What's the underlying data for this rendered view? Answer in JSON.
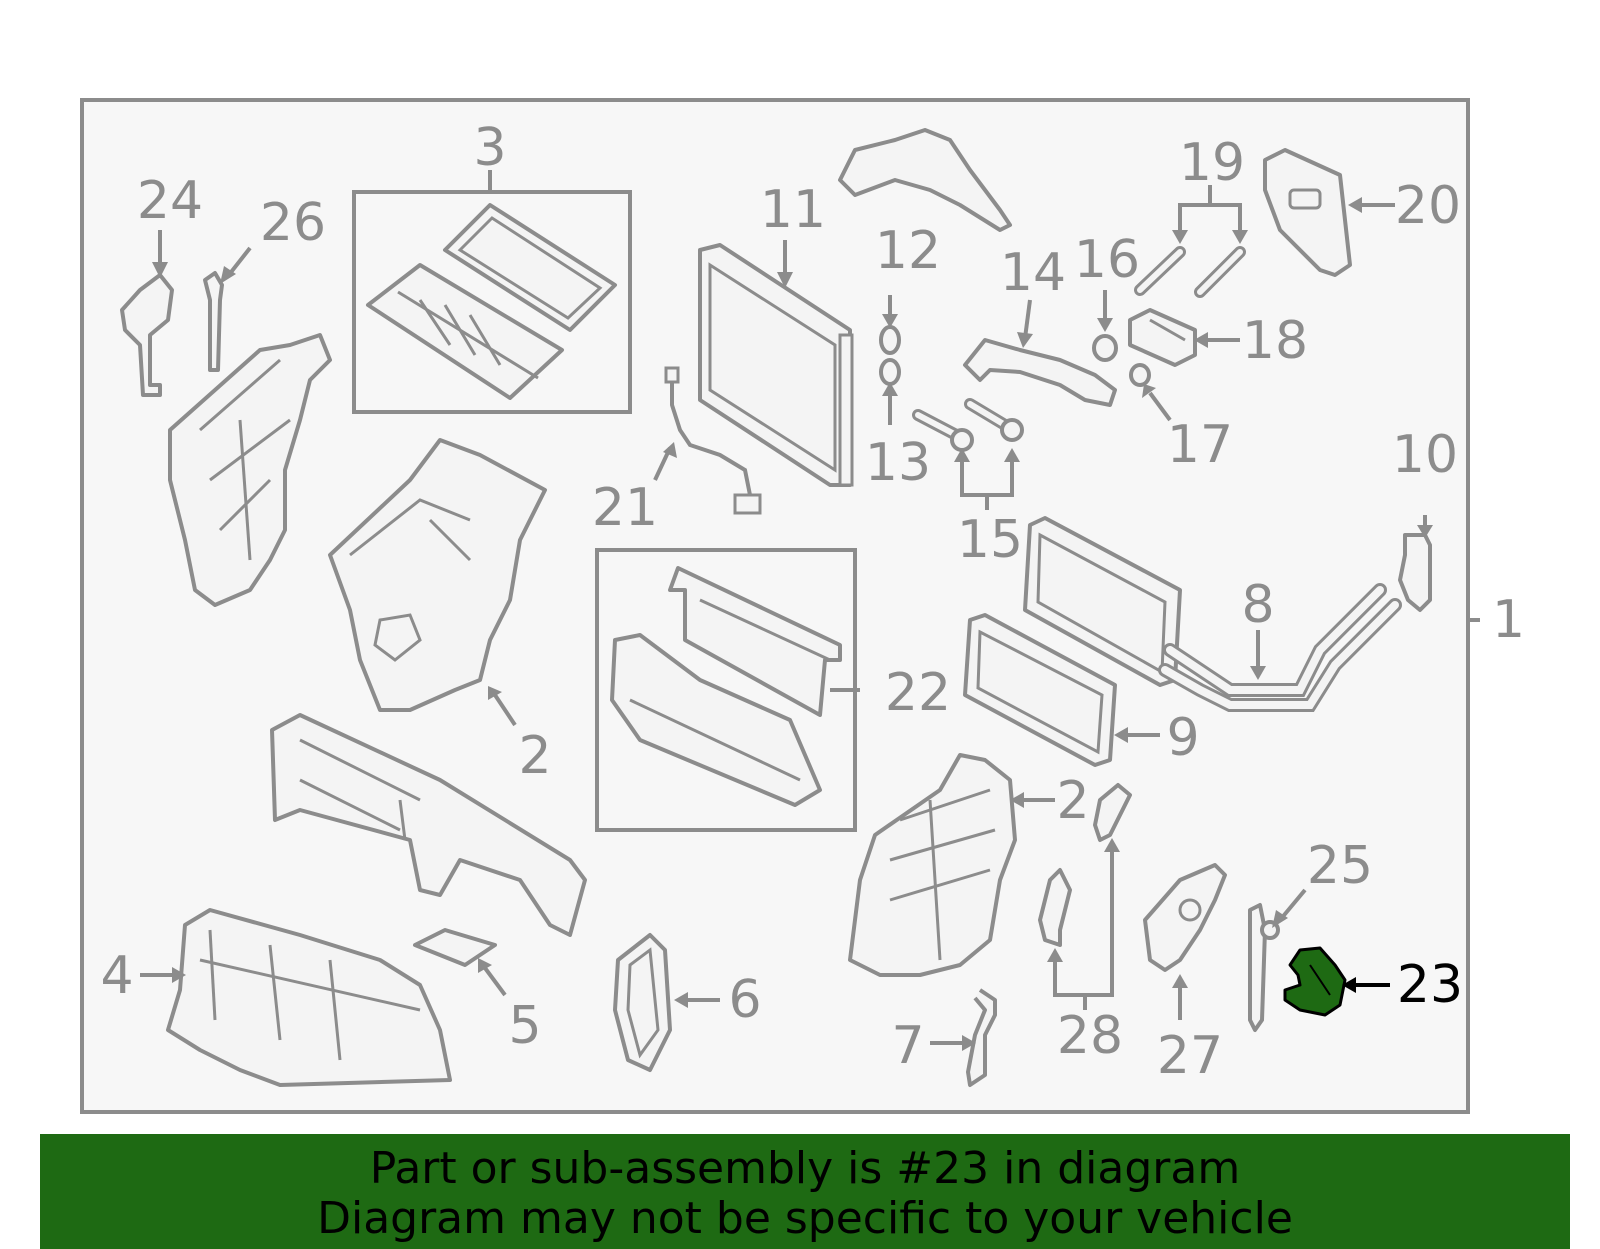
{
  "callouts": [
    "1",
    "2",
    "2",
    "3",
    "4",
    "5",
    "6",
    "7",
    "8",
    "9",
    "10",
    "11",
    "12",
    "13",
    "14",
    "15",
    "16",
    "17",
    "18",
    "19",
    "20",
    "21",
    "22",
    "23",
    "24",
    "25",
    "26",
    "27",
    "28"
  ],
  "highlight": {
    "part_number": "23",
    "color": "#1e6a13"
  },
  "banner": {
    "line1": "Part or sub-assembly is #23 in diagram",
    "line2": "Diagram may not be specific to your vehicle",
    "background": "#1e6a13"
  },
  "colors": {
    "line": "#8c8c8c",
    "panel": "#f7f7f7"
  }
}
